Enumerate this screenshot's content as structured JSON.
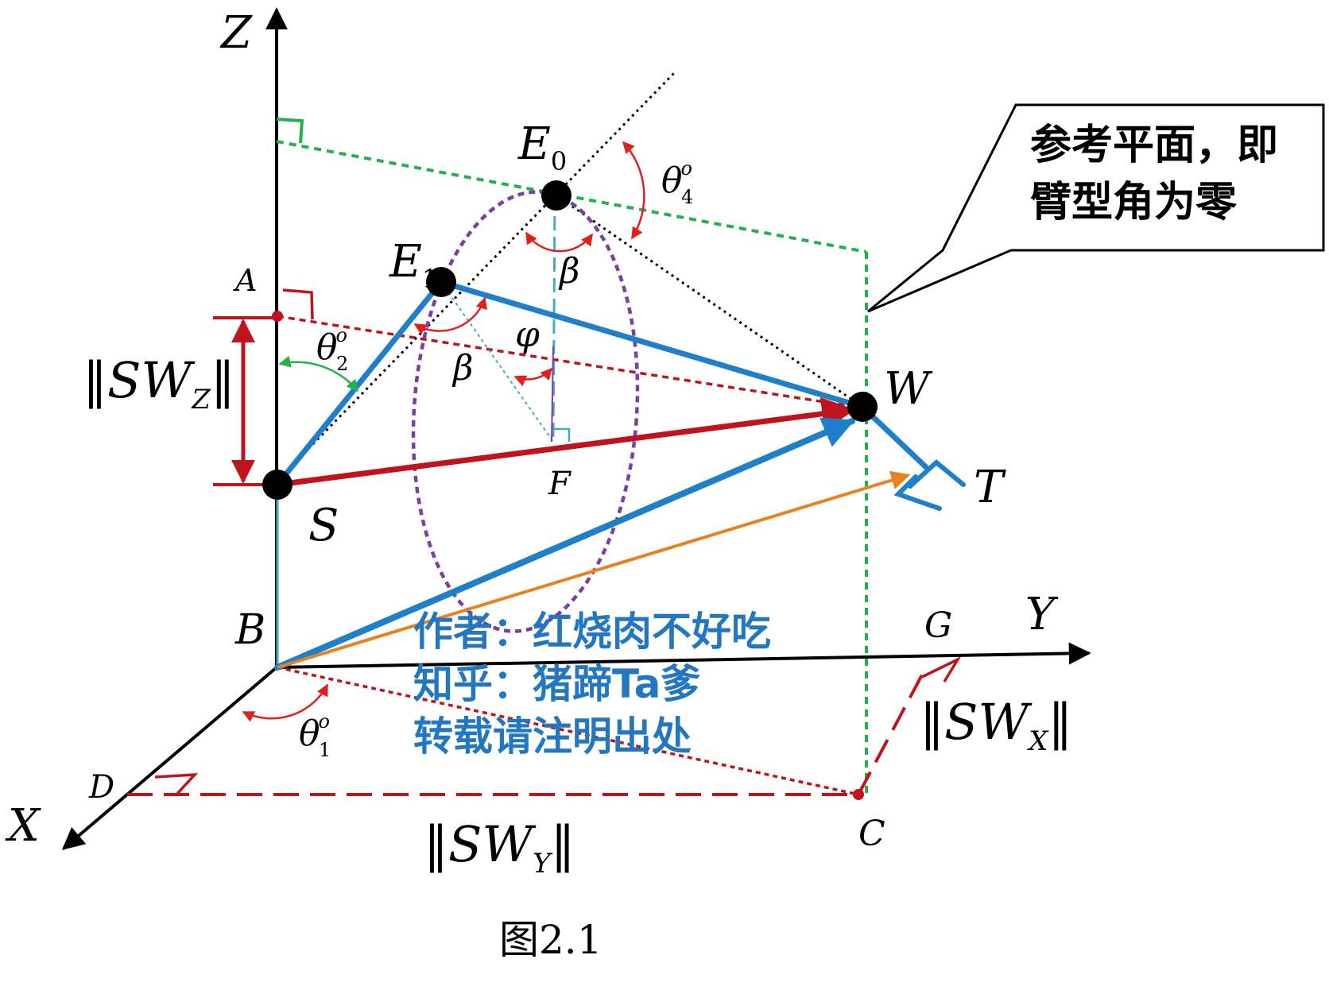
{
  "points": {
    "Z": "Z",
    "Y": "Y",
    "X": "X",
    "A": "A",
    "B": "B",
    "C": "C",
    "D": "D",
    "F": "F",
    "G": "G",
    "S": "S",
    "W": "W",
    "T": "T",
    "E0_main": "E",
    "E0_sub": "0",
    "E1_main": "E",
    "E1_sub": "1"
  },
  "angles": {
    "theta4": "θ",
    "theta4_sup": "o",
    "theta4_sub": "4",
    "theta2": "θ",
    "theta2_sup": "o",
    "theta2_sub": "2",
    "theta1": "θ",
    "theta1_sup": "o",
    "theta1_sub": "1",
    "beta_top": "β",
    "beta_left": "β",
    "phi": "φ"
  },
  "norms": {
    "swz_main": "SW",
    "swz_sub": "Z",
    "swx_main": "SW",
    "swx_sub": "X",
    "swy_main": "SW",
    "swy_sub": "Y",
    "bars": "‖"
  },
  "callout": {
    "line1": "参考平面，即",
    "line2": "臂型角为零"
  },
  "credit": {
    "line1": "作者：红烧肉不好吃",
    "line2": "知乎：猪蹄Ta爹",
    "line3": "转载请注明出处"
  },
  "caption": "图2.1",
  "colors": {
    "red": "#c0141c",
    "blue": "#1f7fc8",
    "green": "#22b14c",
    "purple": "#7a3fa0",
    "orange": "#e8821e",
    "cyan": "#4aa8c8",
    "black": "#000000"
  }
}
